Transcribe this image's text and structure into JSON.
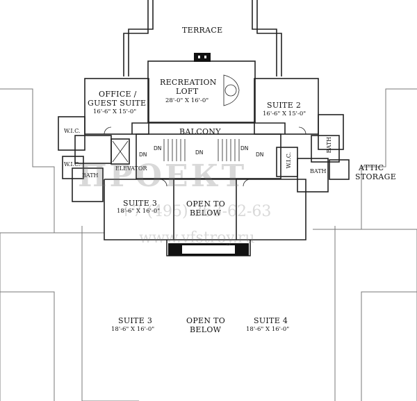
{
  "colors": {
    "line": "#222222",
    "outline": "#777777",
    "paper": "#ffffff",
    "watermark": "#9a9a9a"
  },
  "rooms": {
    "terrace": {
      "name": "TERRACE"
    },
    "recreation": {
      "name_1": "RECREATION",
      "name_2": "LOFT",
      "size": "28'-0\" X 16'-0\""
    },
    "office": {
      "name_1": "OFFICE /",
      "name_2": "GUEST SUITE",
      "size": "16'-6\" X 15'-0\""
    },
    "suite2": {
      "name": "SUITE 2",
      "size": "16'-6\" X 15'-0\""
    },
    "balcony": {
      "name": "BALCONY"
    },
    "suite3": {
      "name": "SUITE 3",
      "size": "18'-6\" X 16'-0\""
    },
    "open": {
      "name_1": "OPEN TO",
      "name_2": "BELOW"
    },
    "suite4": {
      "name": "SUITE 4",
      "size": "18'-6\" X 16'-0\""
    },
    "attic": {
      "name_1": "ATTIC",
      "name_2": "STORAGE"
    }
  },
  "small_labels": {
    "wic": "W.I.C.",
    "bath": "BATH",
    "elevator": "ELEVATOR",
    "dn": "DN"
  },
  "watermark": {
    "brand": "ПРОЕКТ",
    "phone": "+7 (495) 363-62-63",
    "url": "www.vfstroy.ru"
  }
}
